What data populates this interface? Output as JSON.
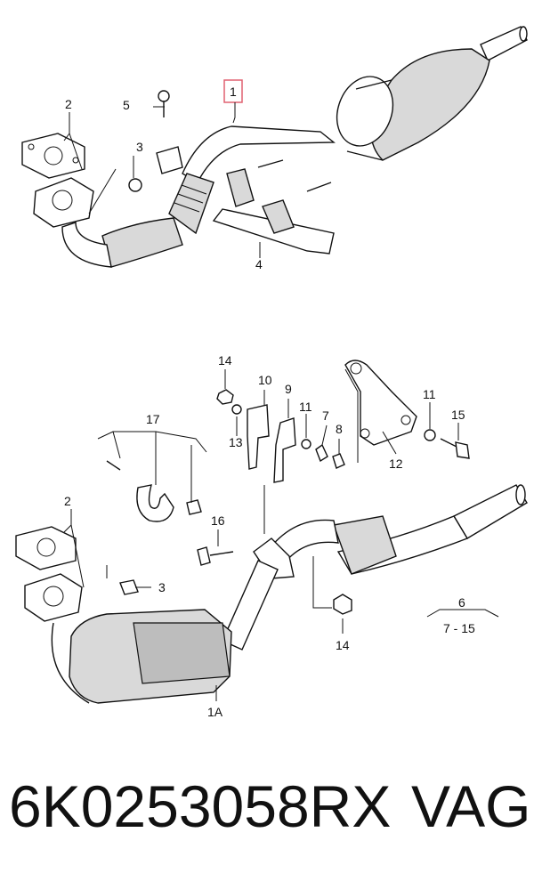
{
  "callouts": {
    "top": [
      "1",
      "2",
      "3",
      "4",
      "5"
    ],
    "bottom": [
      "14",
      "10",
      "9",
      "11",
      "7",
      "8",
      "11",
      "15",
      "13",
      "12",
      "17",
      "2",
      "16",
      "3",
      "6",
      "7 - 15",
      "14",
      "1A"
    ]
  },
  "caption": {
    "part_number": "6K0253058RX",
    "brand": "VAG"
  },
  "colors": {
    "highlight_box": "#e06070",
    "line": "#111111"
  }
}
